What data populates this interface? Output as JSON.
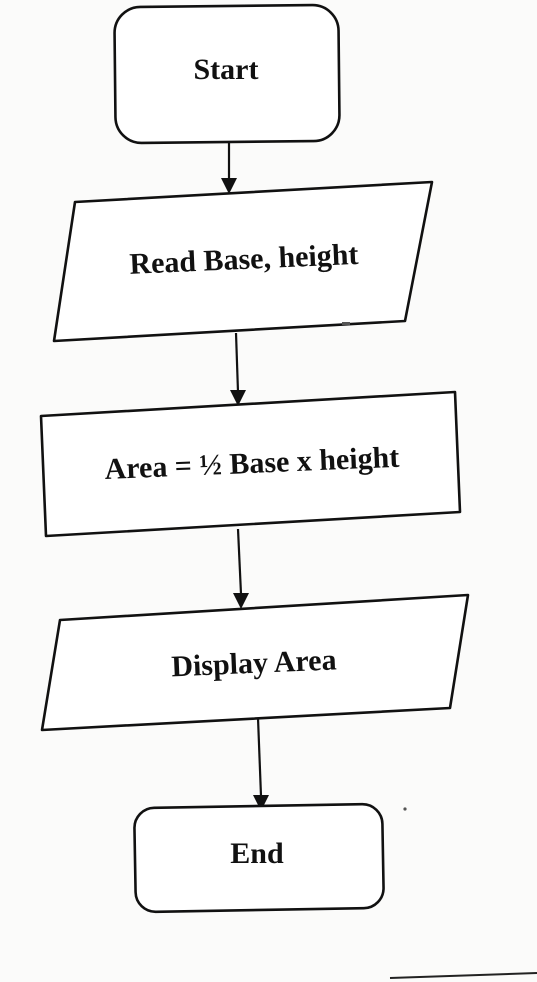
{
  "flowchart": {
    "nodes": [
      {
        "id": "start",
        "shape": "terminator",
        "label": "Start"
      },
      {
        "id": "input",
        "shape": "io",
        "label": "Read Base, height"
      },
      {
        "id": "process",
        "shape": "process",
        "label": "Area = ½ Base x height"
      },
      {
        "id": "output",
        "shape": "io",
        "label": "Display Area"
      },
      {
        "id": "end",
        "shape": "terminator",
        "label": "End"
      }
    ],
    "edges": [
      {
        "from": "start",
        "to": "input"
      },
      {
        "from": "input",
        "to": "process"
      },
      {
        "from": "process",
        "to": "output"
      },
      {
        "from": "output",
        "to": "end"
      }
    ]
  }
}
